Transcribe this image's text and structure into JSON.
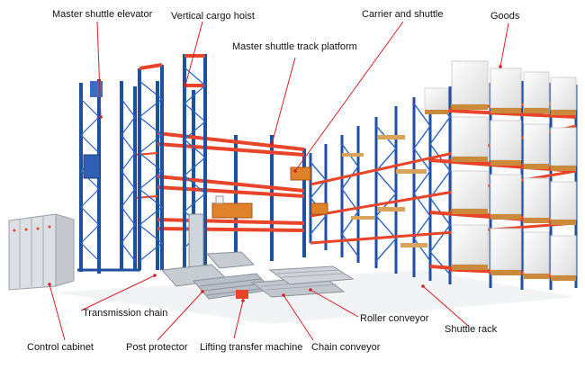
{
  "diagram": {
    "labels": {
      "master_shuttle_elevator": "Master shuttle elevator",
      "vertical_cargo_hoist": "Vertical cargo hoist",
      "carrier_and_shuttle": "Carrier and shuttle",
      "goods": "Goods",
      "master_shuttle_track_platform": "Master shuttle track platform",
      "transmission_chain": "Transmission chain",
      "roller_conveyor": "Roller conveyor",
      "shuttle_rack": "Shuttle rack",
      "control_cabinet": "Control cabinet",
      "post_protector": "Post protector",
      "lifting_transfer_machine": "Lifting transfer machine",
      "chain_conveyor": "Chain conveyor"
    },
    "colors": {
      "upright_blue": "#1f4fa0",
      "beam_orange": "#e8442a",
      "pointer_red": "#d0202a",
      "goods_white": "#f3f3f3",
      "pallet_wood": "#c98a3c",
      "conveyor_grey": "#a7adb5",
      "cabinet_grey": "#dcdfe3",
      "carrier_orange": "#e0822c"
    }
  }
}
